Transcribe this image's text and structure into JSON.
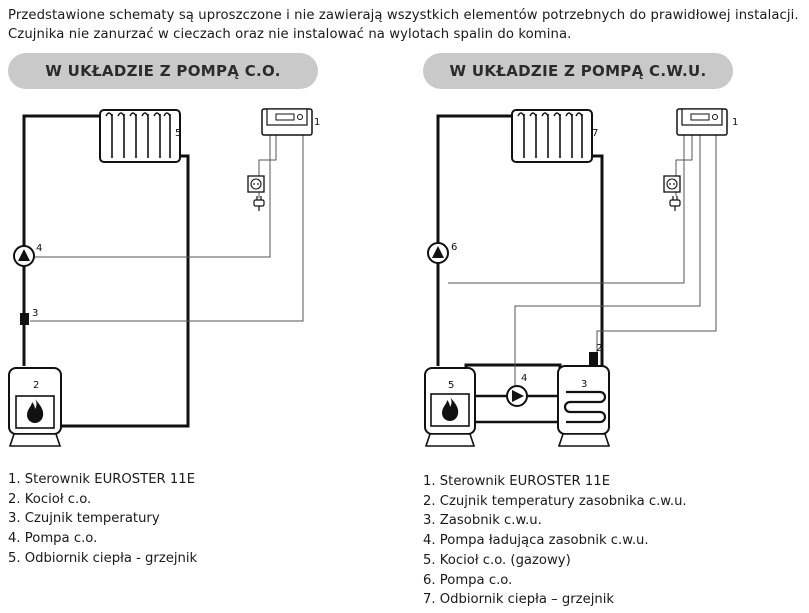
{
  "intro": {
    "line1": "Przedstawione schematy są uproszczone i nie zawierają wszystkich elementów potrzebnych do prawidłowej instalacji.",
    "line2": "Czujnika nie zanurzać w cieczach oraz nie instalować na wylotach spalin do komina."
  },
  "left_panel": {
    "title": "W UKŁADZIE Z POMPĄ C.O.",
    "labels": {
      "controller": "1",
      "boiler": "2",
      "sensor": "3",
      "pump": "4",
      "radiator": "5"
    },
    "legend": [
      "1. Sterownik EUROSTER 11E",
      "2. Kocioł c.o.",
      "3. Czujnik temperatury",
      "4. Pompa c.o.",
      "5. Odbiornik ciepła - grzejnik"
    ]
  },
  "right_panel": {
    "title": "W UKŁADZIE Z POMPĄ C.W.U.",
    "labels": {
      "controller": "1",
      "sensor": "2",
      "tank": "3",
      "pump_charge": "4",
      "boiler": "5",
      "pump": "6",
      "radiator": "7"
    },
    "legend": [
      "1. Sterownik EUROSTER 11E",
      "2. Czujnik temperatury zasobnika c.w.u.",
      "3. Zasobnik c.w.u.",
      "4. Pompa ładująca zasobnik c.w.u.",
      "5. Kocioł c.o. (gazowy)",
      "6. Pompa c.o.",
      "7. Odbiornik ciepła – grzejnik"
    ]
  },
  "colors": {
    "pipe": "#111111",
    "wire": "#555555",
    "pill": "#c9c9c9",
    "flame": "#111111"
  }
}
